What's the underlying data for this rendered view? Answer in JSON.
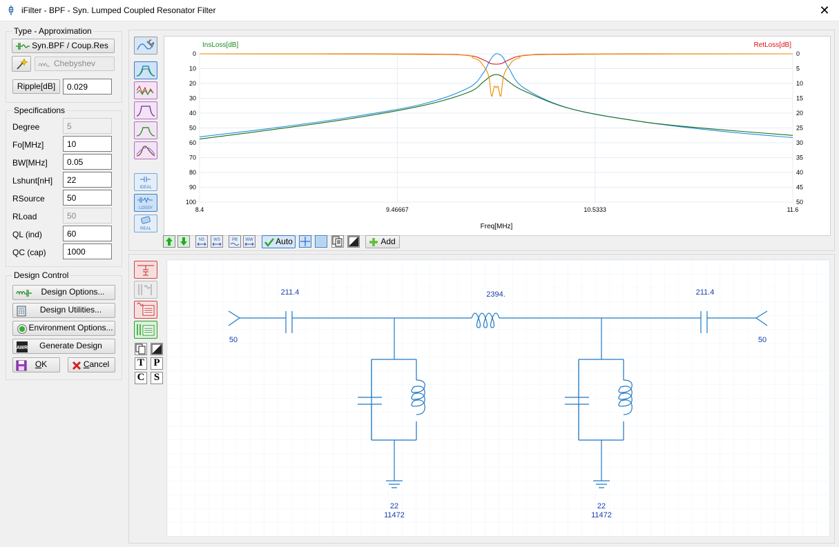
{
  "window": {
    "title": "iFilter - BPF - Syn. Lumped Coupled Resonator Filter",
    "close_glyph": "✕"
  },
  "type_group": {
    "legend": "Type - Approximation",
    "type_button": "Syn.BPF / Coup.Res",
    "approx_button": "Chebyshev",
    "ripple_label": "Ripple[dB]",
    "ripple_value": "0.029"
  },
  "specs": {
    "legend": "Specifications",
    "fields": [
      {
        "label": "Degree",
        "value": "5",
        "enabled": false
      },
      {
        "label": "Fo[MHz]",
        "value": "10",
        "enabled": true
      },
      {
        "label": "BW[MHz]",
        "value": "0.05",
        "enabled": true
      },
      {
        "label": "Lshunt[nH]",
        "value": "22",
        "enabled": true
      },
      {
        "label": "RSource",
        "value": "50",
        "enabled": true
      },
      {
        "label": "RLoad",
        "value": "50",
        "enabled": false
      },
      {
        "label": "QL (ind)",
        "value": "60",
        "enabled": true
      },
      {
        "label": "QC (cap)",
        "value": "1000",
        "enabled": true
      }
    ]
  },
  "design_control": {
    "legend": "Design Control",
    "design_options": "Design Options...",
    "design_utilities": "Design Utilities...",
    "environment_options": "Environment Options...",
    "generate_design": "Generate Design",
    "ok_prefix": "",
    "ok_under": "O",
    "ok_rest": "K",
    "cancel_under": "C",
    "cancel_rest": "ancel",
    "letters": [
      "T",
      "P",
      "C",
      "S"
    ]
  },
  "plot_toolbar": {
    "auto_label": "Auto",
    "add_label": "Add",
    "ns_label": "NS",
    "ws_label": "WS",
    "pb_label": "PB",
    "ww_label": "WW"
  },
  "chart_data": {
    "type": "line",
    "xlabel": "Freq[MHz]",
    "y_left_label": "InsLoss[dB]",
    "y_right_label": "RetLoss[dB]",
    "xlim": [
      8.4,
      11.6
    ],
    "x_ticks": [
      "8.4",
      "9.46667",
      "10.5333",
      "11.6"
    ],
    "ylim_left": [
      0,
      100
    ],
    "ylim_right": [
      0,
      50
    ],
    "y_left_ticks": [
      "0",
      "10",
      "20",
      "30",
      "40",
      "50",
      "60",
      "70",
      "80",
      "90",
      "100"
    ],
    "y_right_ticks": [
      "0",
      "5",
      "10",
      "15",
      "20",
      "25",
      "30",
      "35",
      "40",
      "45",
      "50"
    ],
    "grid": true,
    "series": [
      {
        "name": "",
        "color": "#1f8fdf",
        "x": [
          8.4,
          8.8,
          9.2,
          9.6,
          9.85,
          9.93,
          9.96,
          9.98,
          10.0,
          10.02,
          10.04,
          10.07,
          10.15,
          10.4,
          10.8,
          11.2,
          11.6
        ],
        "y": [
          56,
          50,
          43,
          34,
          23,
          13,
          6,
          2,
          0,
          0.5,
          3,
          10,
          23,
          37,
          46,
          52,
          56.5
        ]
      },
      {
        "name": "",
        "color": "#1a6b1a",
        "x": [
          8.4,
          8.8,
          9.2,
          9.6,
          9.85,
          9.93,
          9.96,
          9.98,
          10.0,
          10.02,
          10.04,
          10.07,
          10.15,
          10.4,
          10.8,
          11.2,
          11.6
        ],
        "y": [
          57.5,
          51,
          44,
          35,
          26,
          19,
          16,
          14.5,
          14,
          14.5,
          16,
          19,
          25,
          37,
          46,
          51,
          55
        ]
      },
      {
        "name": "",
        "color": "#dd1111",
        "x": [
          8.4,
          9.6,
          9.85,
          9.93,
          9.97,
          10.0,
          10.03,
          10.07,
          10.15,
          10.4,
          11.6
        ],
        "y": [
          0.0,
          0.2,
          1.2,
          4,
          6.5,
          7,
          6.5,
          4,
          1.2,
          0.2,
          0.0
        ]
      },
      {
        "name": "",
        "color": "#ee8800",
        "x": [
          8.4,
          9.7,
          9.88,
          9.93,
          9.96,
          9.975,
          9.99,
          10.0,
          10.01,
          10.025,
          10.04,
          10.07,
          10.12,
          10.3,
          11.6
        ],
        "y": [
          0,
          0.4,
          3,
          8,
          15,
          28.5,
          22,
          23,
          22,
          28.5,
          15,
          8,
          3,
          0.4,
          0
        ]
      }
    ]
  },
  "schematic": {
    "source_resistance": "50",
    "load_resistance": "50",
    "c_series_left": "211.4",
    "l_series": "2394.",
    "c_series_right": "211.4",
    "shunt_left_l": "22",
    "shunt_left_c": "11472",
    "shunt_right_l": "22",
    "shunt_right_c": "11472",
    "wire_color": "#1e78c8",
    "label_color": "#1a3aa8"
  }
}
